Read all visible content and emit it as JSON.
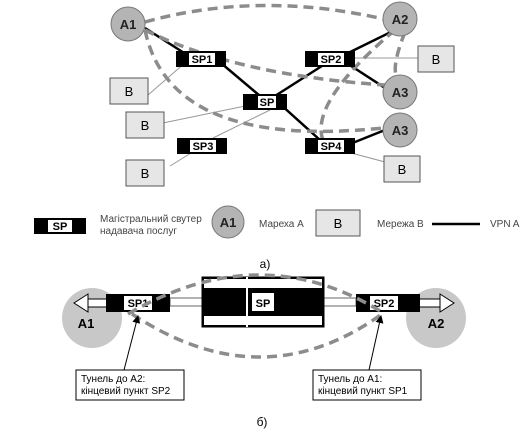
{
  "part_a": {
    "nodes": {
      "A1": "A1",
      "A2": "A2",
      "A3_top": "A3",
      "A3_bottom": "A3",
      "SP1": "SP1",
      "SP2": "SP2",
      "SP": "SP",
      "SP3": "SP3",
      "SP4": "SP4",
      "B": "B"
    },
    "legend": {
      "router_symbol": "SP",
      "router_text_line1": "Магістральний свутер",
      "router_text_line2": "надавача послуг",
      "mark_a_symbol": "A1",
      "mark_a_text": "Мареха А",
      "mark_b_symbol": "B",
      "mark_b_text": "Мережа В",
      "vpn_text": "VPN A"
    },
    "caption": "а)"
  },
  "part_b": {
    "nodes": {
      "A1": "A1",
      "A2": "A2",
      "SP1": "SP1",
      "SP": "SP",
      "SP2": "SP2"
    },
    "callout_left": {
      "line1": "Тунель до A2:",
      "line2": "кінцевий пункт SP2"
    },
    "callout_right": {
      "line1": "Тунель до A1:",
      "line2": "кінцевий пункт SP1"
    },
    "caption": "б)"
  },
  "colors": {
    "site_fill": "#b4b4b4",
    "mark_b_fill": "#e6e6e6",
    "dashed_tunnel": "#8c8c8c",
    "router_body": "#000000",
    "link_gray": "#999999"
  }
}
